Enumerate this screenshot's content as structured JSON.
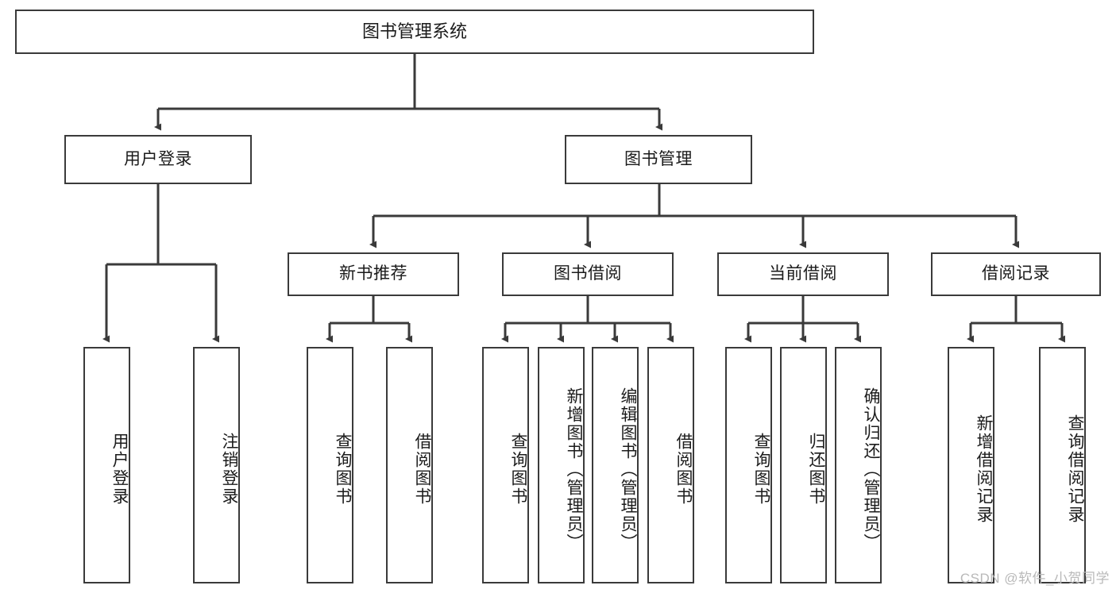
{
  "diagram": {
    "type": "tree",
    "title": "图书管理系统",
    "orientation": "top-down",
    "colors": {
      "box_border": "#3a3a3a",
      "box_fill": "#ffffff",
      "edge": "#3a3a3a",
      "text": "#1b1b1b",
      "watermark": "#b9b9b9"
    },
    "root": {
      "label": "图书管理系统"
    },
    "level2": [
      {
        "id": "user-login",
        "label": "用户登录"
      },
      {
        "id": "book-manage",
        "label": "图书管理"
      }
    ],
    "level3": [
      {
        "id": "new-book-recommend",
        "label": "新书推荐",
        "parent": "book-manage"
      },
      {
        "id": "book-borrow",
        "label": "图书借阅",
        "parent": "book-manage"
      },
      {
        "id": "current-borrow",
        "label": "当前借阅",
        "parent": "book-manage"
      },
      {
        "id": "borrow-record",
        "label": "借阅记录",
        "parent": "book-manage"
      }
    ],
    "leaves": {
      "user-login": [
        {
          "id": "leaf-user-login",
          "label": "用户登录"
        },
        {
          "id": "leaf-user-logout",
          "label": "注销登录"
        }
      ],
      "new-book-recommend": [
        {
          "id": "leaf-query-book-1",
          "label": "查询图书"
        },
        {
          "id": "leaf-borrow-book-1",
          "label": "借阅图书"
        }
      ],
      "book-borrow": [
        {
          "id": "leaf-query-book-2",
          "label": "查询图书"
        },
        {
          "id": "leaf-add-book",
          "label": "新增图书（管理员）"
        },
        {
          "id": "leaf-edit-book",
          "label": "编辑图书（管理员）"
        },
        {
          "id": "leaf-borrow-book-2",
          "label": "借阅图书"
        }
      ],
      "current-borrow": [
        {
          "id": "leaf-query-book-3",
          "label": "查询图书"
        },
        {
          "id": "leaf-return-book",
          "label": "归还图书"
        },
        {
          "id": "leaf-confirm-return",
          "label": "确认归还（管理员）"
        }
      ],
      "borrow-record": [
        {
          "id": "leaf-add-record",
          "label": "新增借阅记录"
        },
        {
          "id": "leaf-query-record",
          "label": "查询借阅记录"
        }
      ]
    }
  },
  "watermark": {
    "text": "CSDN @软件_小贺同学"
  }
}
